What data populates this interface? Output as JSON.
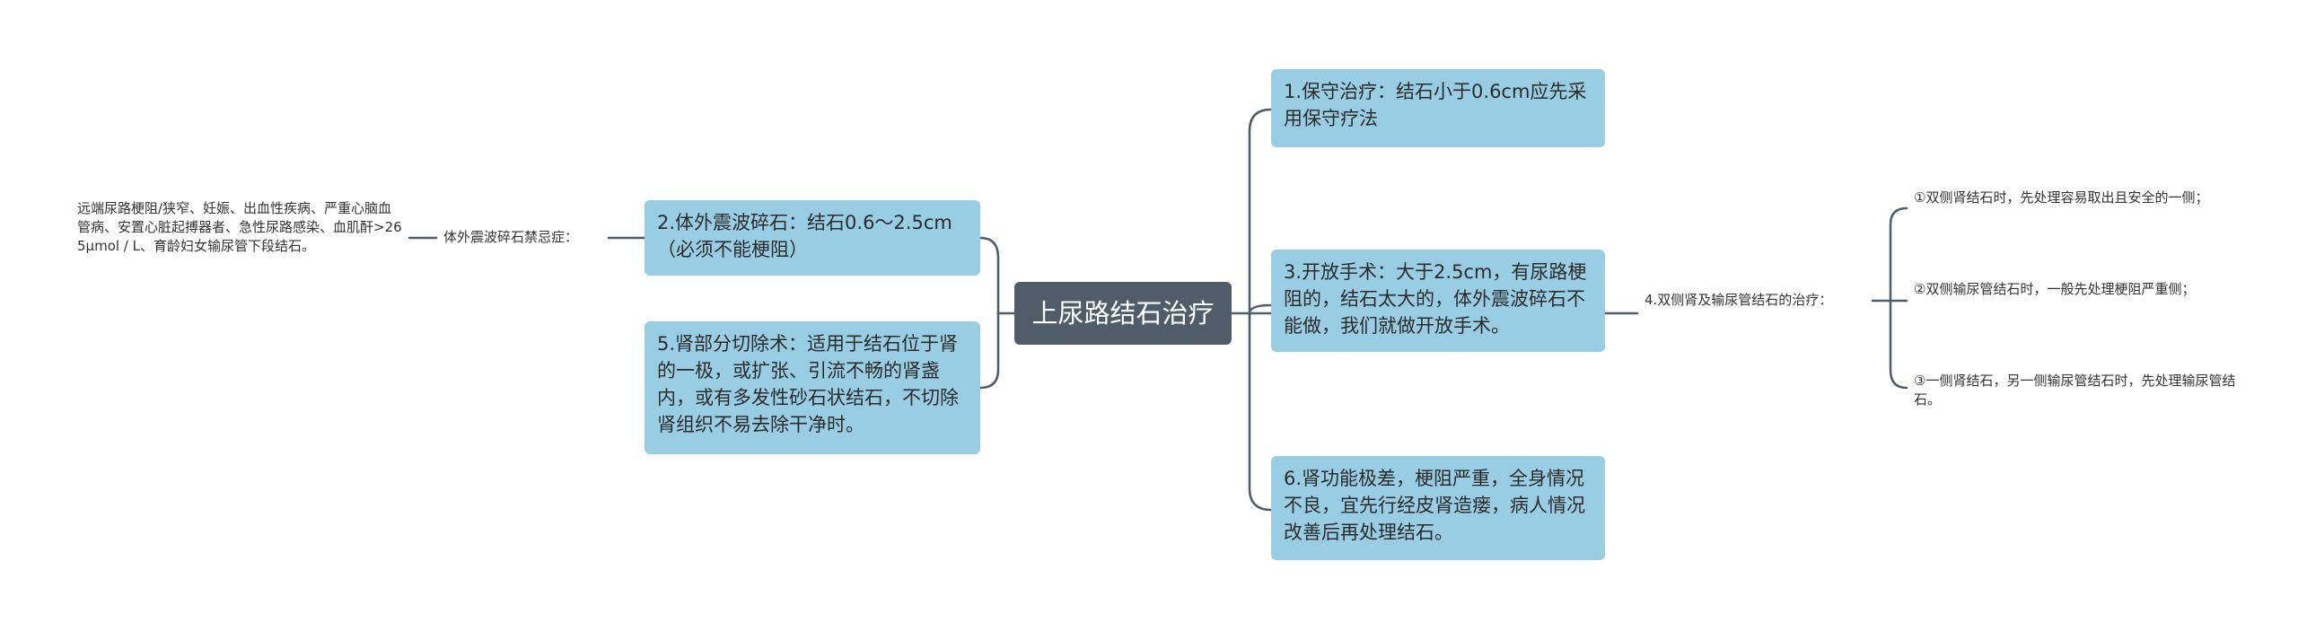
{
  "colors": {
    "root_fill": "#4f5d6b",
    "topic_fill": "#99cde4",
    "connector": "#4f5d6b"
  },
  "root": {
    "label": "上尿路结石治疗"
  },
  "branches": {
    "conservative": "1.保守治疗：结石小于0.6cm应先采用保守疗法",
    "eswl": "2.体外震波碎石：结石0.6～2.5cm（必须不能梗阻）",
    "open_surgery": "3.开放手术：大于2.5cm，有尿路梗阻的，结石太大的，体外震波碎石不能做，我们就做开放手术。",
    "bilateral": "4.双侧肾及输尿管结石的治疗：",
    "partial_nephrectomy": "5.肾部分切除术：适用于结石位于肾的一极，或扩张、引流不畅的肾盏内，或有多发性砂石状结石，不切除肾组织不易去除干净时。",
    "nephrostomy": "6.肾功能极差，梗阻严重，全身情况不良，宜先行经皮肾造瘘，病人情况改善后再处理结石。"
  },
  "eswl_sub": {
    "contraindication_label": "体外震波碎石禁忌症：",
    "contraindication_detail": "远端尿路梗阻/狭窄、妊娠、出血性疾病、严重心脑血管病、安置心脏起搏器者、急性尿路感染、血肌酐>265μmol / L、育龄妇女输尿管下段结石。"
  },
  "bilateral_sub": [
    "①双侧肾结石时，先处理容易取出且安全的一侧；",
    "②双侧输尿管结石时，一般先处理梗阻严重侧；",
    "③一侧肾结石，另一侧输尿管结石时，先处理输尿管结石。"
  ]
}
